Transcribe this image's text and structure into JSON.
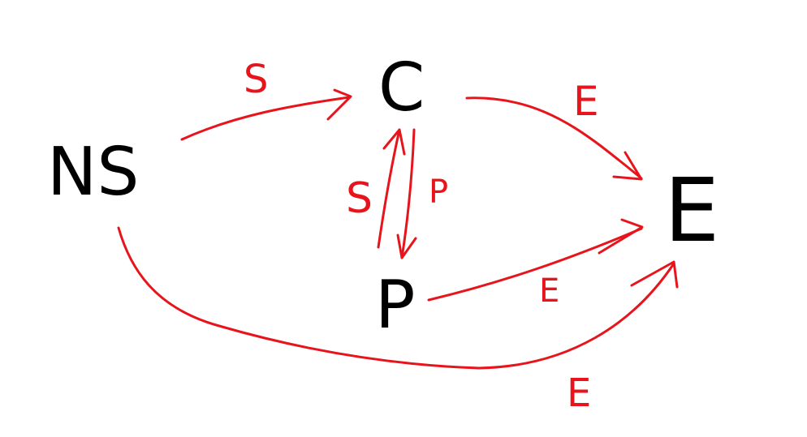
{
  "colors": {
    "node": "#000000",
    "edge": "#e8141c",
    "background": "#ffffff"
  },
  "nodes": {
    "ns": "NS",
    "c": "C",
    "p": "P",
    "e": "E"
  },
  "edges": {
    "ns_to_c": "S",
    "c_to_e": "E",
    "p_to_c": "S",
    "c_to_p": "P",
    "p_to_e": "E",
    "ns_to_e": "E"
  }
}
